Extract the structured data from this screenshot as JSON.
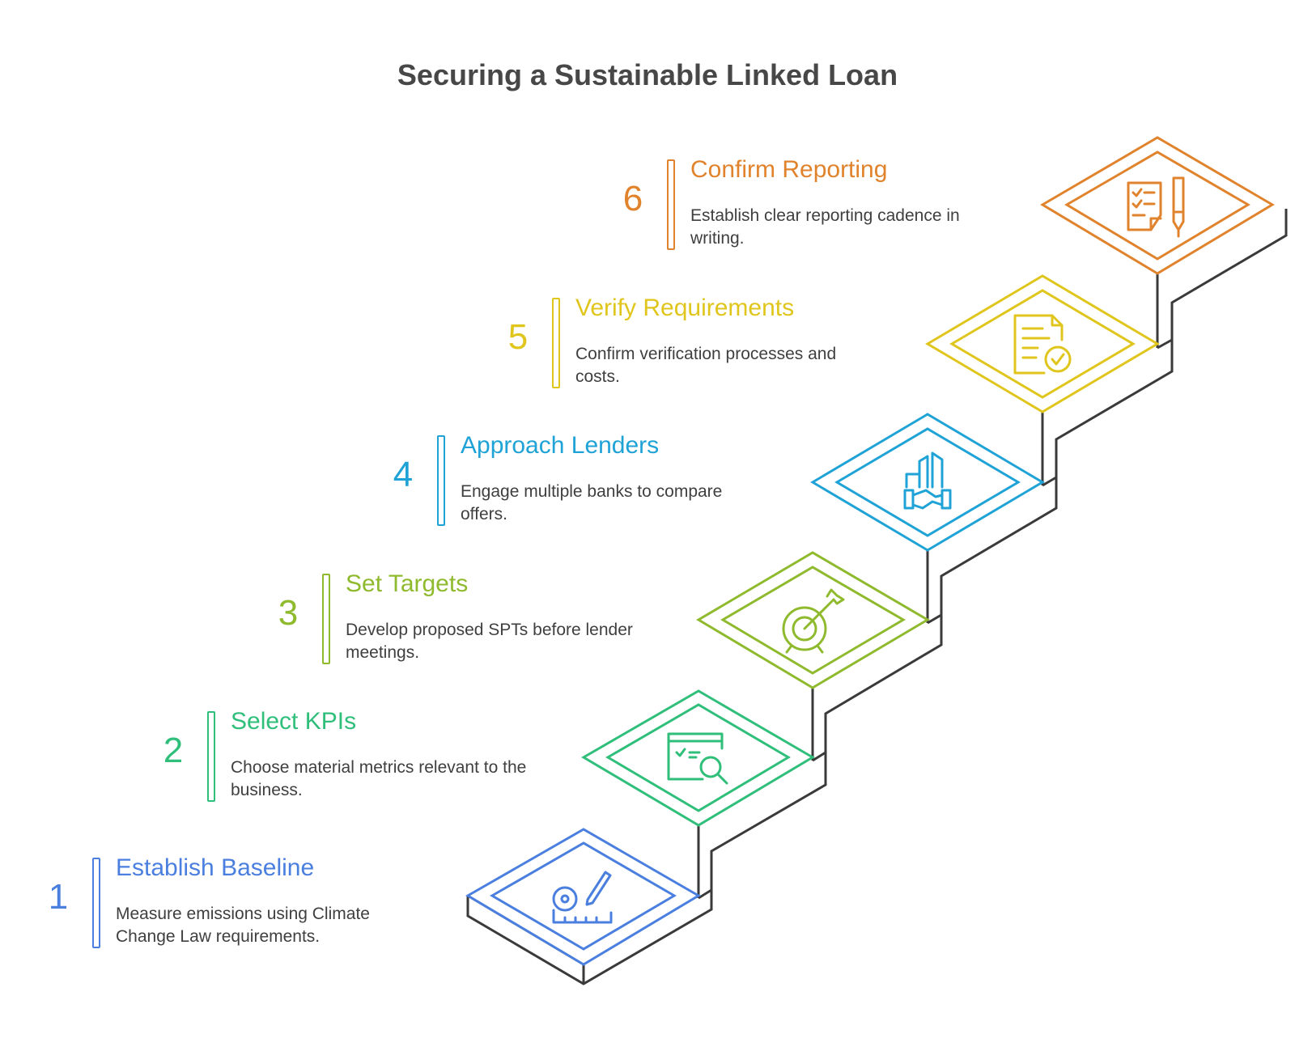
{
  "title": "Securing a Sustainable Linked Loan",
  "outline_color": "#3a3a3a",
  "steps": [
    {
      "number": "1",
      "heading": "Establish Baseline",
      "description": "Measure emissions using Climate Change Law requirements.",
      "color": "#4a7fe0",
      "icon": "measuring-tape-pencil-icon"
    },
    {
      "number": "2",
      "heading": "Select KPIs",
      "description": "Choose material metrics relevant to the business.",
      "color": "#2fbf7a",
      "icon": "dashboard-magnifier-icon"
    },
    {
      "number": "3",
      "heading": "Set Targets",
      "description": "Develop proposed SPTs before lender meetings.",
      "color": "#8fba2e",
      "icon": "target-arrow-icon"
    },
    {
      "number": "4",
      "heading": "Approach Lenders",
      "description": "Engage multiple banks to compare offers.",
      "color": "#1fa3d6",
      "icon": "handshake-buildings-icon"
    },
    {
      "number": "5",
      "heading": "Verify Requirements",
      "description": "Confirm verification processes and costs.",
      "color": "#e0c61c",
      "icon": "document-check-icon"
    },
    {
      "number": "6",
      "heading": "Confirm Reporting",
      "description": "Establish clear reporting cadence in writing.",
      "color": "#e0832c",
      "icon": "checklist-pen-icon"
    }
  ]
}
